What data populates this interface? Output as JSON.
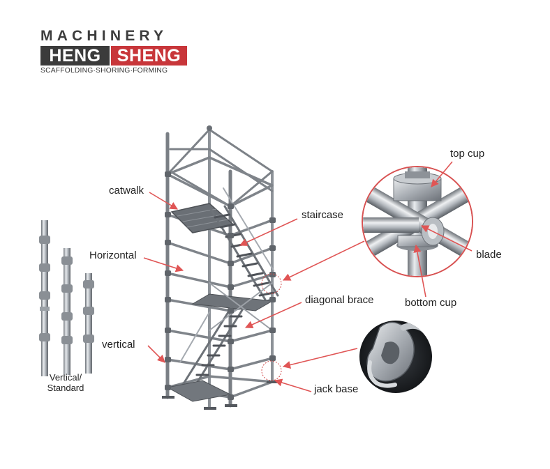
{
  "brand": {
    "top": "MACHINERY",
    "heng": "HENG",
    "sheng": "SHENG",
    "tagline": "SCAFFOLDING·SHORING·FORMING"
  },
  "colors": {
    "brand_red": "#c8363a",
    "brand_dark": "#3b3b3b",
    "callout": "#e05555"
  },
  "labels": {
    "catwalk": "catwalk",
    "staircase": "staircase",
    "horizontal": "Horizontal",
    "vertical": "vertical",
    "vertical_standard_1": "Vertical/",
    "vertical_standard_2": "Standard",
    "top_cup": "top cup",
    "blade": "blade",
    "bottom_cup": "bottom cup",
    "diagonal_brace": "diagonal brace",
    "jack_base": "jack base"
  }
}
